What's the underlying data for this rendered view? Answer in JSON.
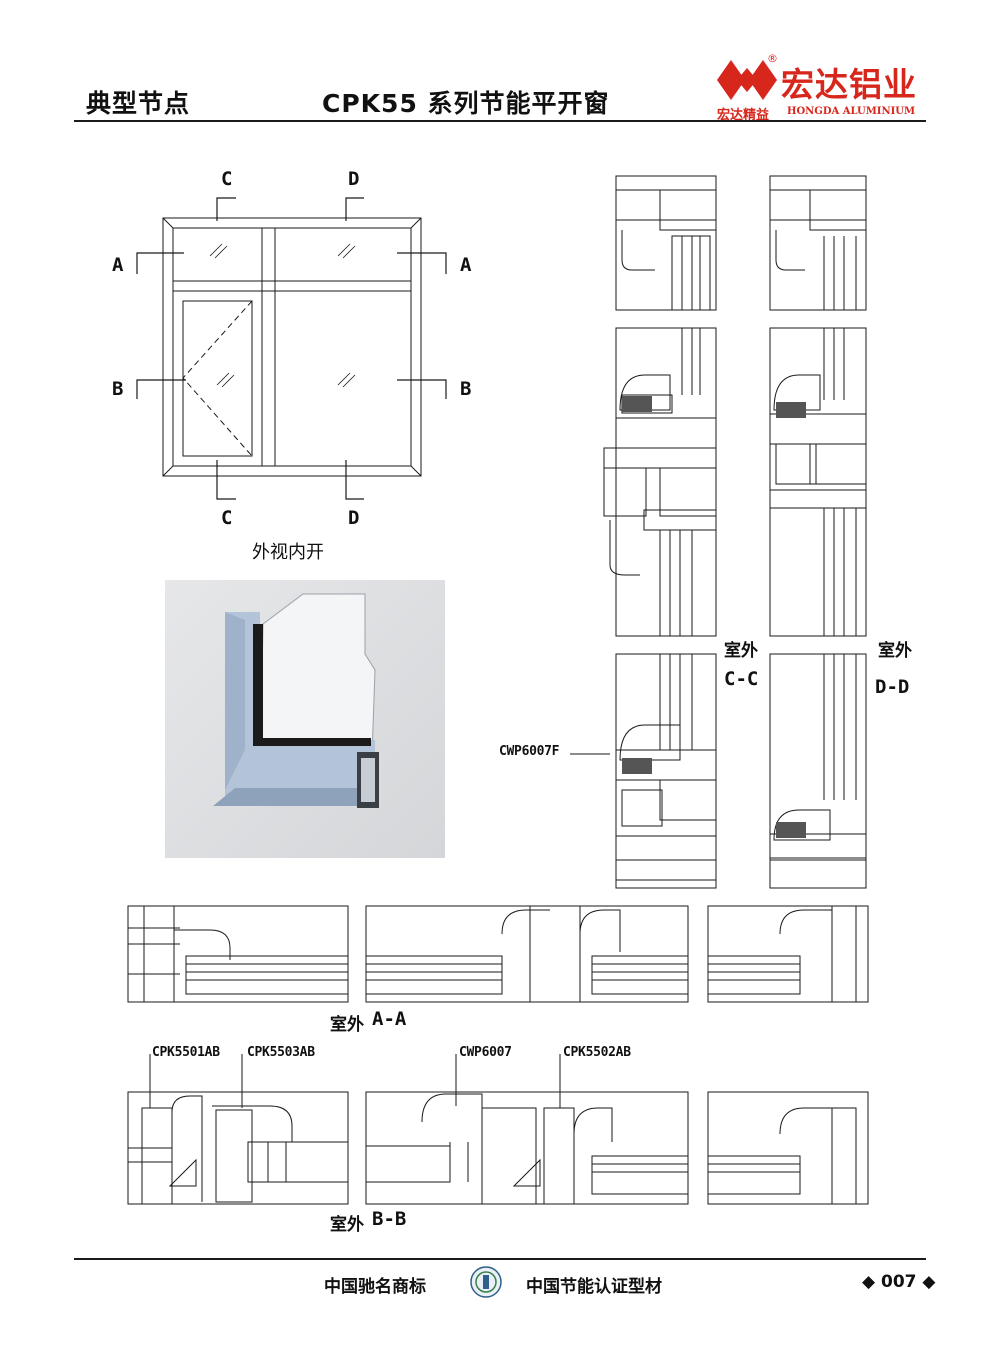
{
  "header": {
    "section": "典型节点",
    "product": "CPK55 系列节能平开窗",
    "brand_cn": "宏达铝业",
    "brand_sub_cn": "宏达精益",
    "brand_en": "HONGDA ALUMINIUM",
    "registered": "®"
  },
  "elevation": {
    "markers": {
      "a": "A",
      "b": "B",
      "c": "C",
      "d": "D"
    },
    "caption": "外视内开"
  },
  "sections": {
    "cc": {
      "side": "室外",
      "name": "C-C",
      "part": "CWP6007F"
    },
    "dd": {
      "side": "室外",
      "name": "D-D"
    },
    "aa": {
      "side": "室外",
      "name": "A-A"
    },
    "bb": {
      "side": "室外",
      "name": "B-B",
      "parts": [
        "CPK5501AB",
        "CPK5503AB",
        "CWP6007",
        "CPK5502AB"
      ]
    }
  },
  "footer": {
    "left": "中国驰名商标",
    "right": "中国节能认证型材",
    "page": "007"
  },
  "colors": {
    "brand_red": "#d7261c",
    "line": "#1a1a1a",
    "profile_bg": "#dcdde0"
  }
}
